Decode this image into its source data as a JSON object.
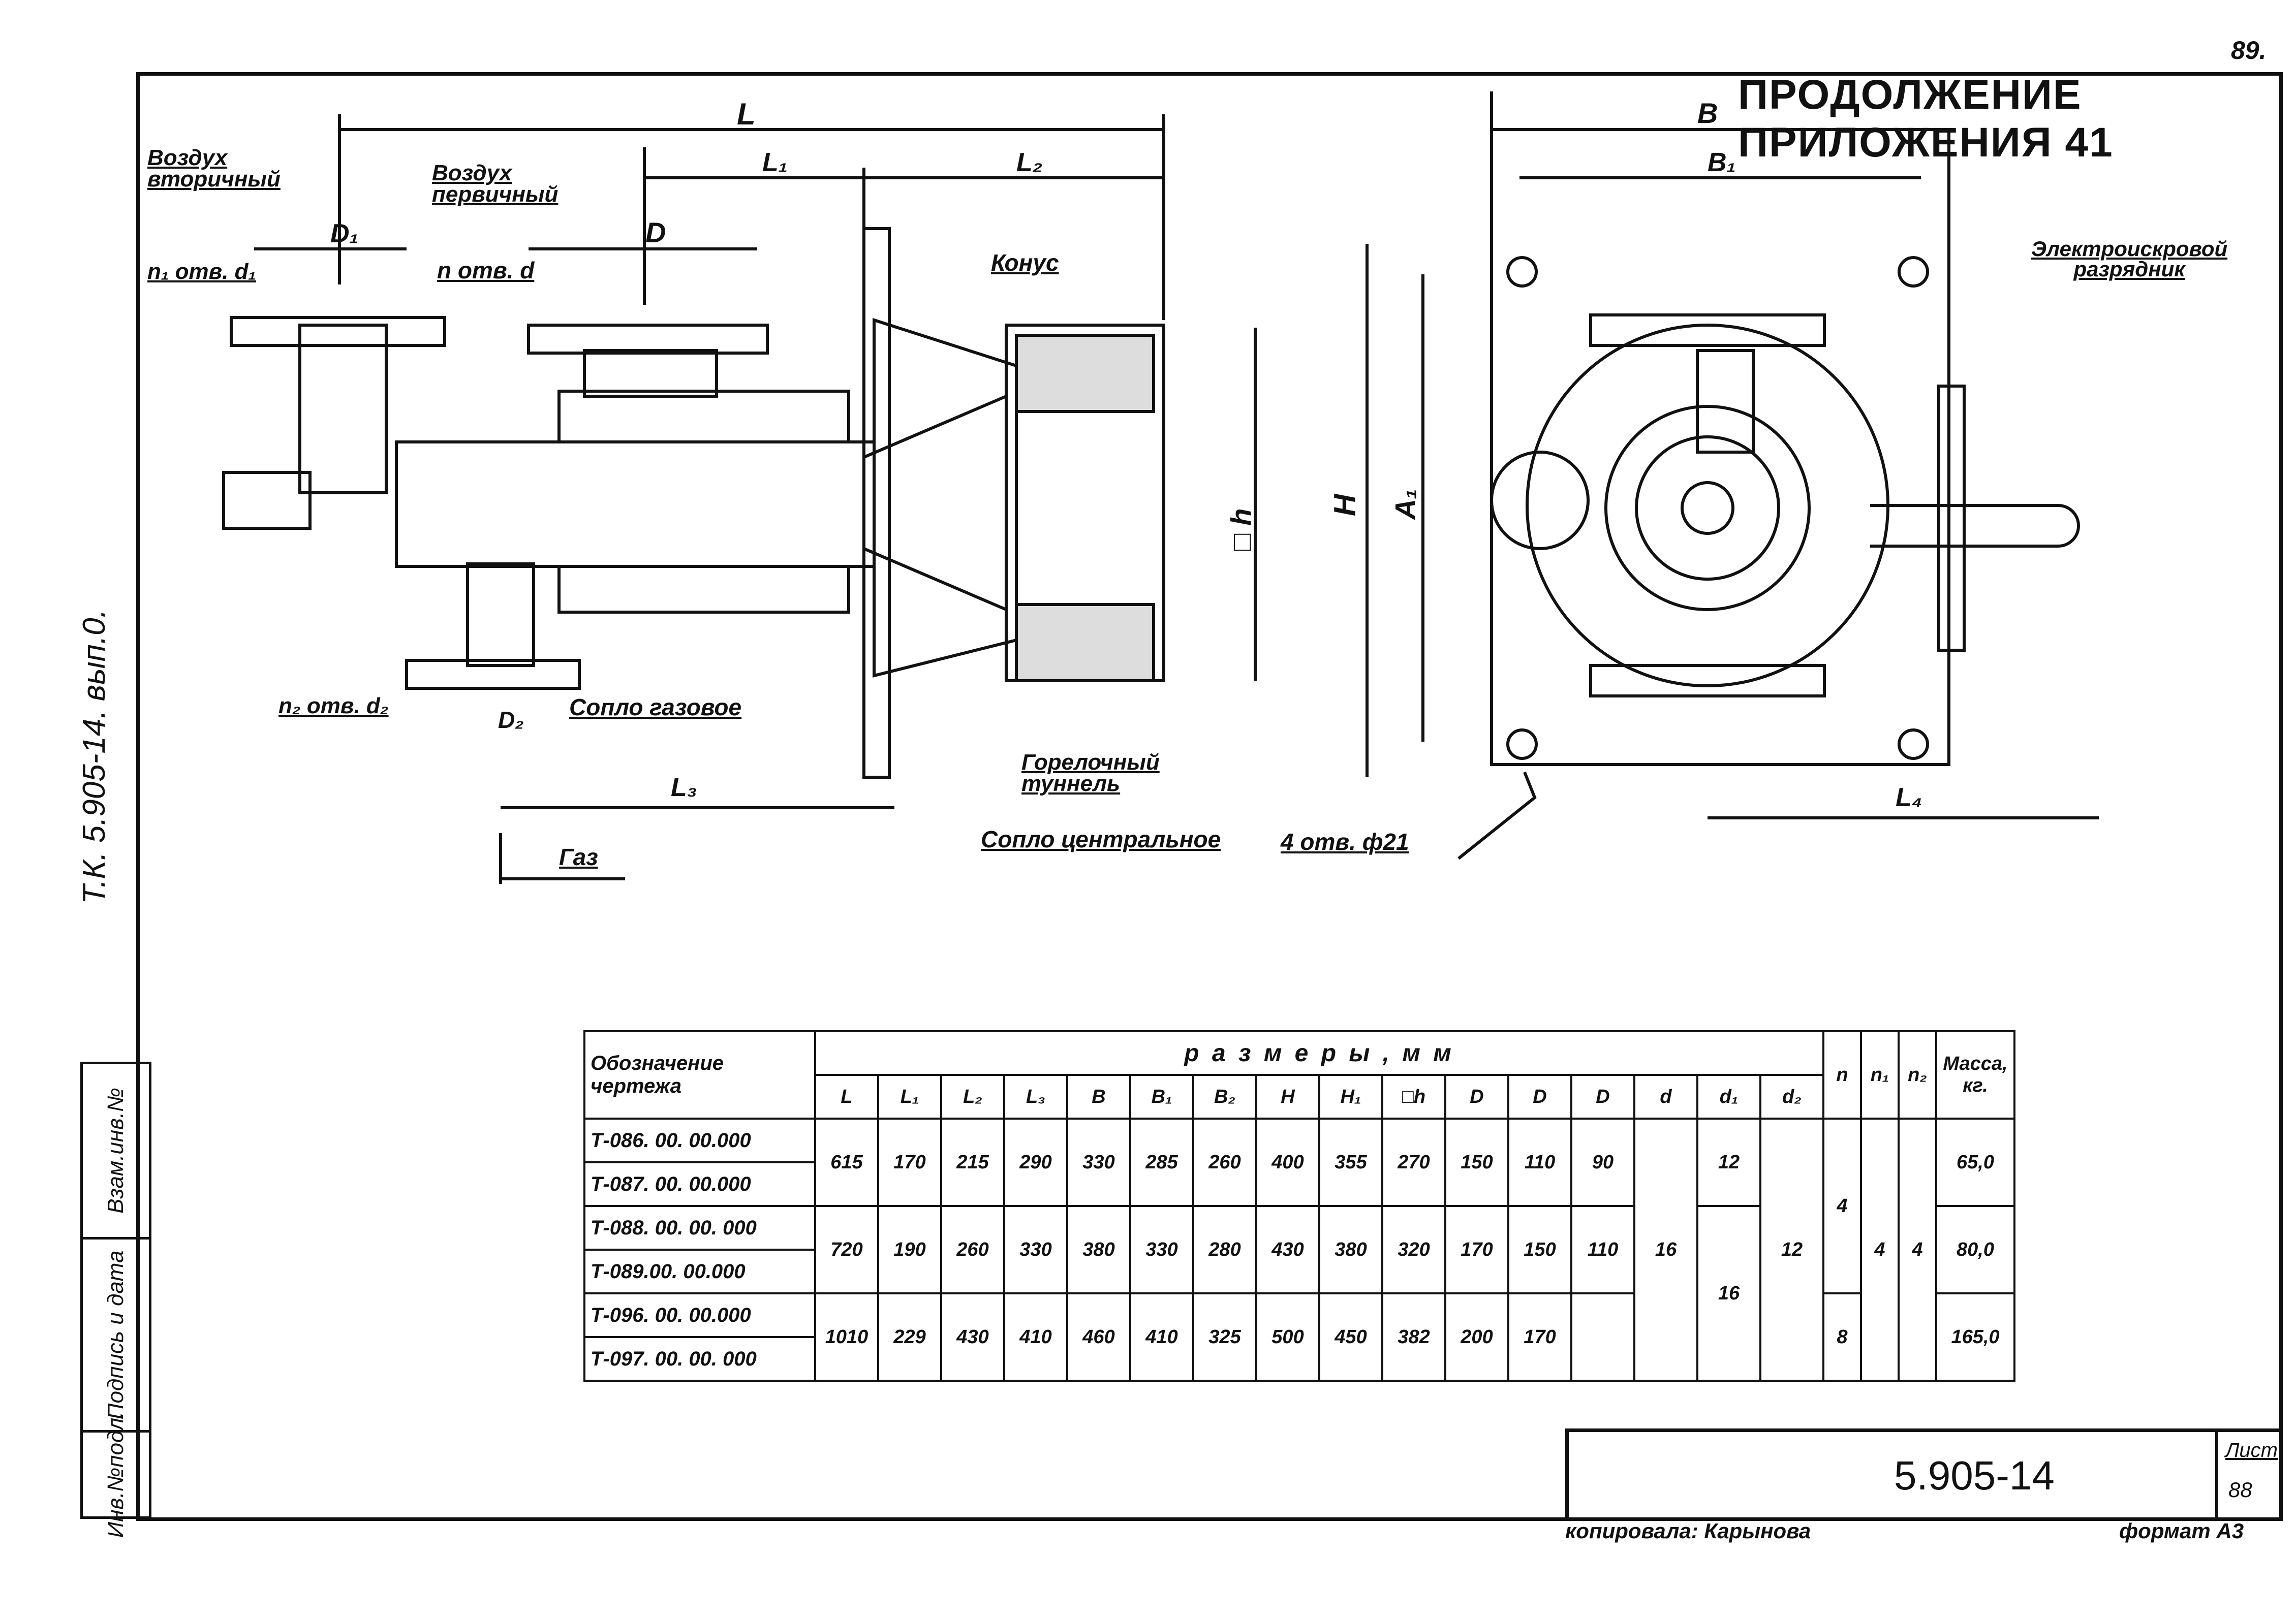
{
  "page": {
    "number": "89.",
    "header": "ПРОДОЛЖЕНИЕ ПРИЛОЖЕНИЯ 41",
    "side_text": "Т.К. 5.905-14. вып.0.",
    "copied_by": "копировала: Карынова",
    "format": "формат А3"
  },
  "stamp": [
    "Инв.№подл.",
    "Подпись и дата",
    "Взам.инв.№"
  ],
  "labels": {
    "air_secondary": "Воздух вторичный",
    "air_primary": "Воздух первичный",
    "cone": "Конус",
    "n1_holes": "n₁ отв. d₁",
    "n_holes": "n отв. d",
    "n2_holes": "n₂ отв. d₂",
    "gas_nozzle": "Сопло газовое",
    "burner_tunnel": "Горелочный туннель",
    "central_nozzle": "Сопло центральное",
    "gas": "Газ",
    "igniter": "Электроискровой разрядник",
    "holes_4": "4 отв. ф21",
    "dim_L": "L",
    "dim_L1": "L₁",
    "dim_L2": "L₂",
    "dim_L3": "L₃",
    "dim_L4": "L₄",
    "dim_D1": "D₁",
    "dim_D": "D",
    "dim_D2": "D₂",
    "dim_h": "□ h",
    "dim_H": "H",
    "dim_A1": "A₁",
    "dim_B": "B",
    "dim_B1": "B₁"
  },
  "table": {
    "header_col": "Обозначение чертежа",
    "header_dims": "р а з м е р ы ,  м м",
    "header_mass": "Масса, кг.",
    "sub_headers": [
      "L",
      "L₁",
      "L₂",
      "L₃",
      "B",
      "B₁",
      "B₂",
      "H",
      "H₁",
      "□h",
      "D",
      "D",
      "D",
      "d",
      "d₁",
      "d₂",
      "n",
      "n₁",
      "n₂"
    ],
    "designations": [
      "Т-086. 00. 00.000",
      "Т-087. 00. 00.000",
      "Т-088. 00. 00. 000",
      "Т-089.00. 00.000",
      "Т-096. 00. 00.000",
      "Т-097. 00. 00. 000"
    ],
    "groups": [
      {
        "L": "615",
        "L1": "170",
        "L2": "215",
        "L3": "290",
        "B": "330",
        "B1": "285",
        "B2": "260",
        "H": "400",
        "H1": "355",
        "h": "270",
        "D_a": "150",
        "D_b": "110",
        "D_c": "90",
        "mass": "65,0"
      },
      {
        "L": "720",
        "L1": "190",
        "L2": "260",
        "L3": "330",
        "B": "380",
        "B1": "330",
        "B2": "280",
        "H": "430",
        "H1": "380",
        "h": "320",
        "D_a": "170",
        "D_b": "150",
        "D_c": "110",
        "mass": "80,0"
      },
      {
        "L": "1010",
        "L1": "229",
        "L2": "430",
        "L3": "410",
        "B": "460",
        "B1": "410",
        "B2": "325",
        "H": "500",
        "H1": "450",
        "h": "382",
        "D_a": "200",
        "D_b": "170",
        "D_c": "",
        "mass": "165,0"
      }
    ],
    "d": "16",
    "d1_a": "12",
    "d1_b": "16",
    "d2": "12",
    "n_a": "4",
    "n_b": "8",
    "n1": "4",
    "n2": "4"
  },
  "titleblock": {
    "code": "5.905-14",
    "sheet_label": "Лист",
    "sheet_num": "88"
  }
}
